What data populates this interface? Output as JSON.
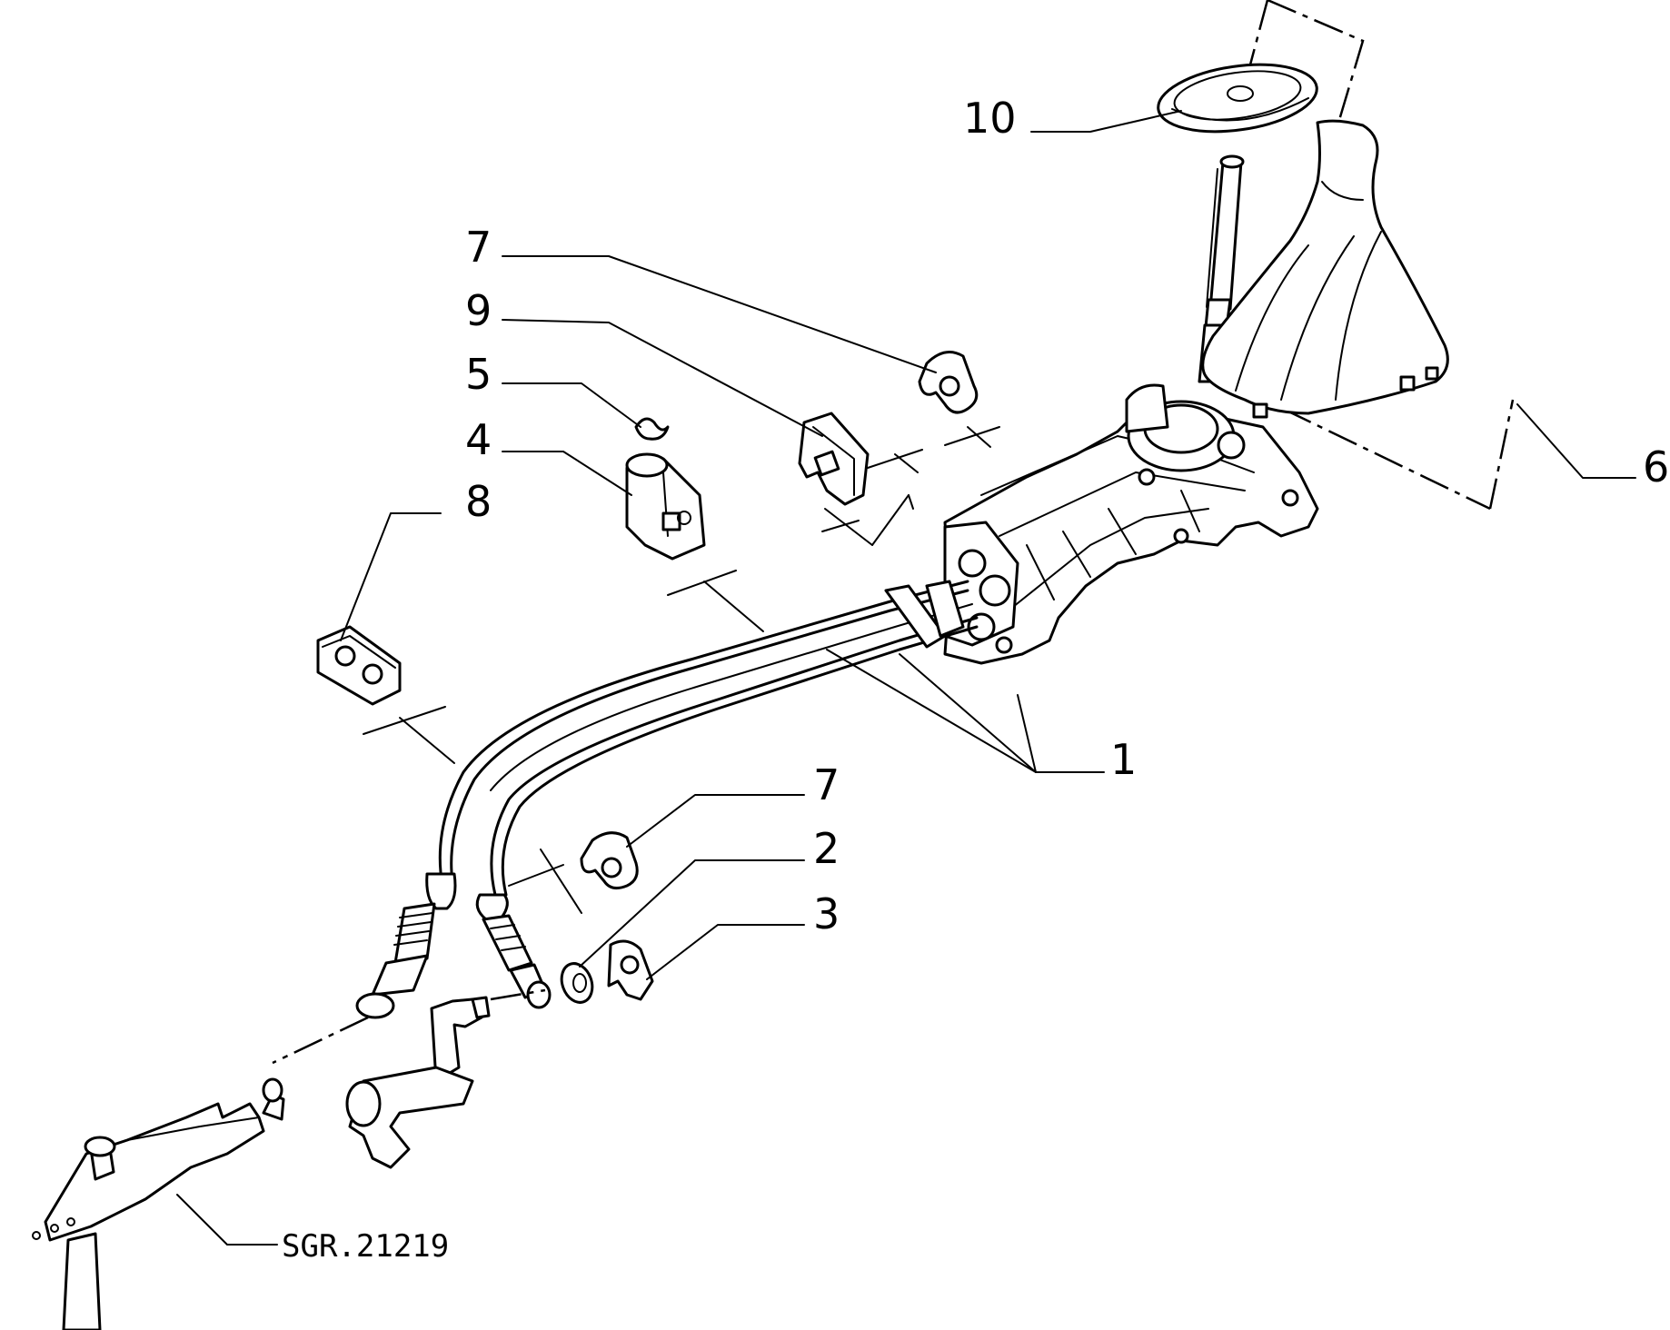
{
  "callouts": {
    "c10": "10",
    "c7a": "7",
    "c9": "9",
    "c5": "5",
    "c4": "4",
    "c8": "8",
    "c6": "6",
    "c1": "1",
    "c7b": "7",
    "c2": "2",
    "c3": "3"
  },
  "reference": "SGR.21219"
}
